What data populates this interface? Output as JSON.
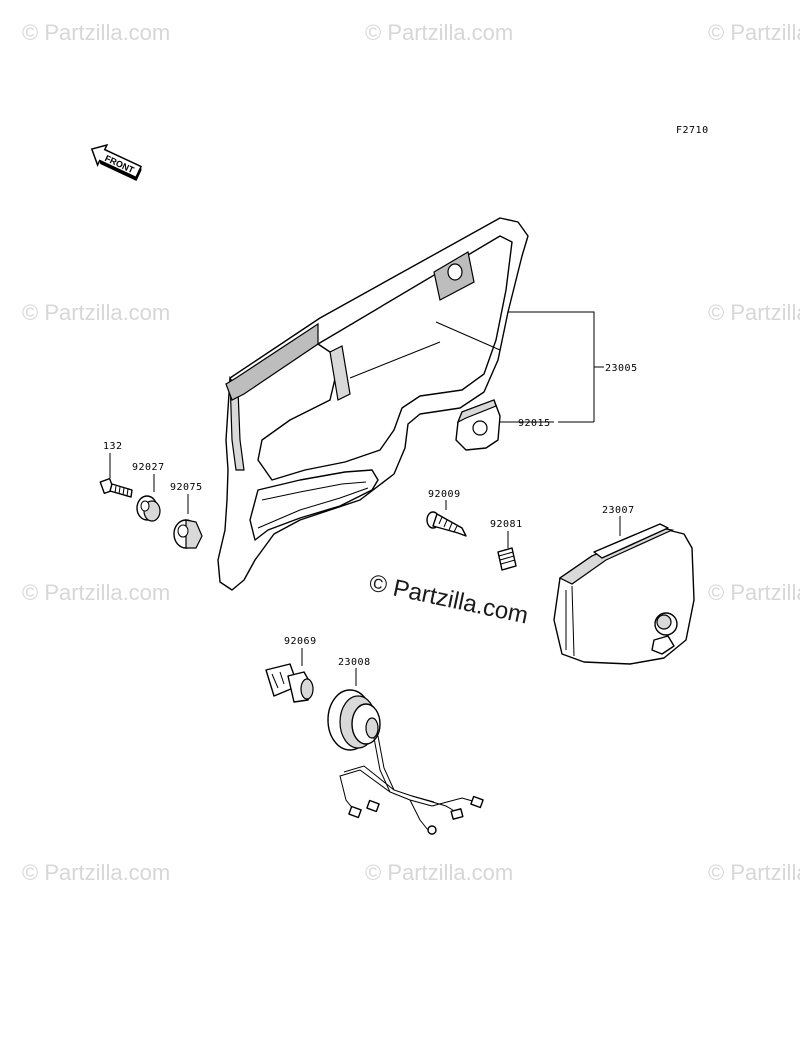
{
  "diagram_id": "F2710",
  "front_label": "FRONT",
  "watermark": "© Partzilla.com",
  "center_watermark": "© Partzilla.com",
  "part_numbers": {
    "p23005": "23005",
    "p92015": "92015",
    "p132": "132",
    "p92027": "92027",
    "p92075": "92075",
    "p92009": "92009",
    "p92081": "92081",
    "p23007": "23007",
    "p92069": "92069",
    "p23008": "23008"
  }
}
